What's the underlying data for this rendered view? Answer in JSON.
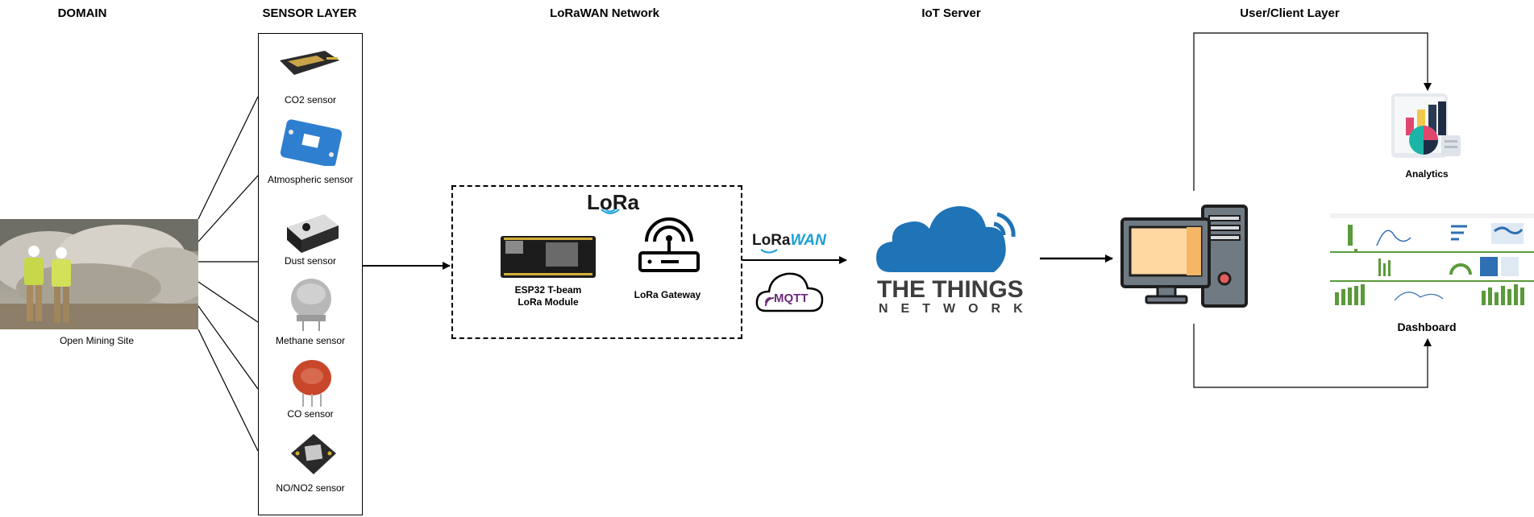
{
  "headers": {
    "domain": "DOMAIN",
    "sensor_layer": "SENSOR LAYER",
    "lorawan_network": "LoRaWAN Network",
    "iot_server": "IoT Server",
    "user_client_layer": "User/Client Layer"
  },
  "domain": {
    "site_label": "Open Mining Site"
  },
  "sensors": [
    {
      "label": "CO2 sensor"
    },
    {
      "label": "Atmospheric sensor"
    },
    {
      "label": "Dust sensor"
    },
    {
      "label": "Methane sensor"
    },
    {
      "label": "CO sensor"
    },
    {
      "label": "NO/NO2 sensor"
    }
  ],
  "network": {
    "lora_logo": "LoRa",
    "module_label_line1": "ESP32 T-beam",
    "module_label_line2": "LoRa Module",
    "gateway_label": "LoRa Gateway",
    "lorawan_logo_a": "LoRa",
    "lorawan_logo_b": "WAN",
    "mqtt_logo": "MQTT"
  },
  "server": {
    "ttn_line1": "THE THINGS",
    "ttn_line2": "NETWORK"
  },
  "client": {
    "analytics_label": "Analytics",
    "dashboard_label": "Dashboard"
  },
  "colors": {
    "cloud_blue": "#1f73b7",
    "monitor_screen": "#ffd7a0",
    "pc_gray": "#707a83",
    "mqtt_purple": "#6b2c7a",
    "dashboard_green": "#5a9a3a"
  }
}
